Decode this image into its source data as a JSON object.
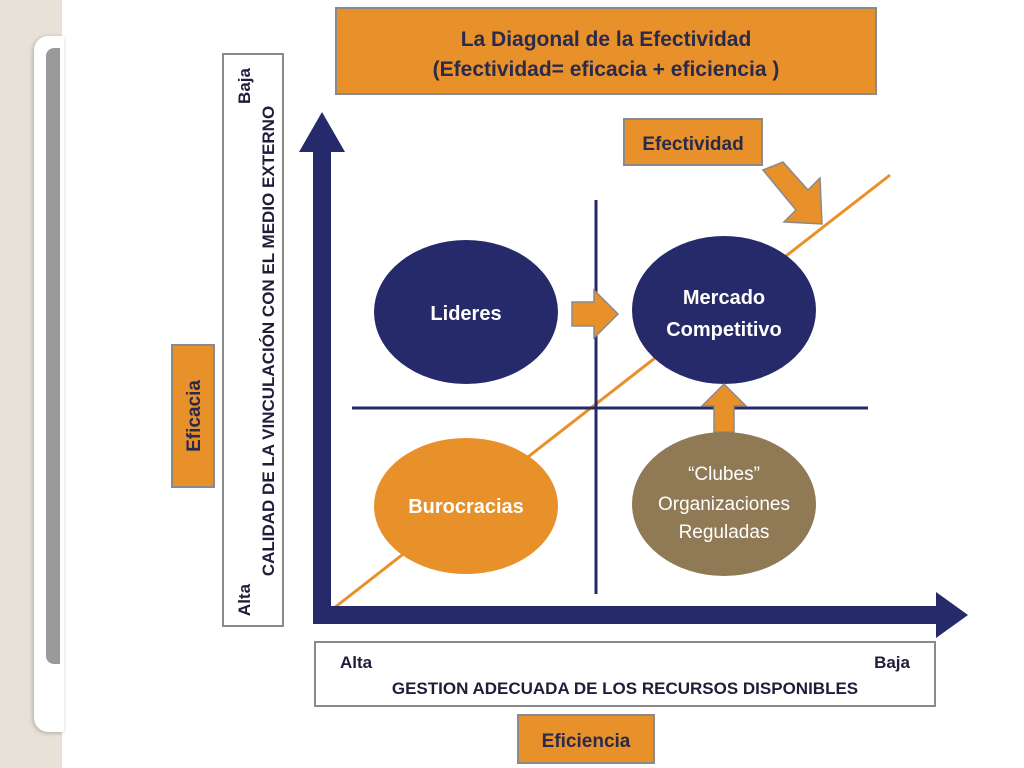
{
  "title": {
    "line1": "La Diagonal de la Efectividad",
    "line2": "(Efectividad= eficacia + eficiencia )"
  },
  "labels": {
    "efectividad": "Efectividad",
    "eficacia": "Eficacia",
    "eficiencia": "Eficiencia"
  },
  "y_axis": {
    "high": "Baja",
    "low": "Alta",
    "caption": "CALIDAD DE LA VINCULACIÓN CON EL MEDIO EXTERNO"
  },
  "x_axis": {
    "left": "Alta",
    "right": "Baja",
    "caption": "GESTION ADECUADA DE LOS RECURSOS DISPONIBLES"
  },
  "quadrants": {
    "lideres": "Lideres",
    "mercado_line1": "Mercado",
    "mercado_line2": "Competitivo",
    "burocracias": "Burocracias",
    "clubes_line1": "“Clubes”",
    "clubes_line2": "Organizaciones",
    "clubes_line3": "Reguladas"
  },
  "colors": {
    "orange": "#e8902a",
    "navy": "#262a6b",
    "brown": "#8f7a55"
  }
}
